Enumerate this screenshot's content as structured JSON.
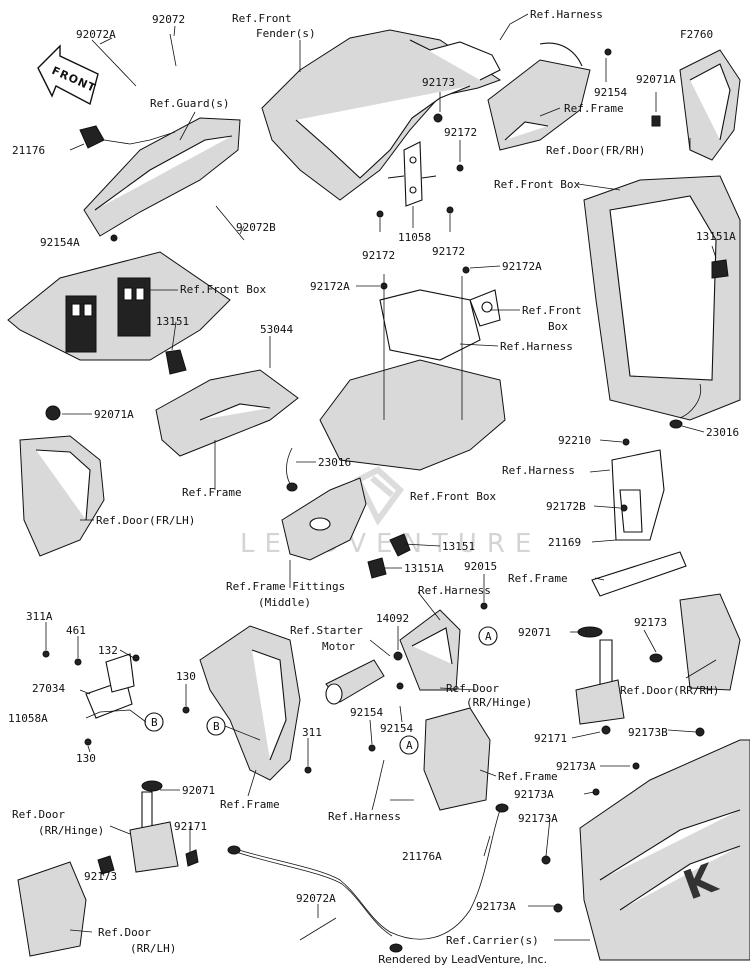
{
  "diagram_id": "F2760",
  "front_label": "FRONT",
  "watermark": "LEADVENTURE",
  "footer": "Rendered by LeadVenture, Inc.",
  "labels": [
    "92072A",
    "92072",
    "Ref.Front",
    "Fender(s)",
    "Ref.Harness",
    "F2760",
    "92154",
    "Ref.Frame",
    "92071A",
    "Ref.Door(FR/RH)",
    "Ref.Guard(s)",
    "21176",
    "92173",
    "92172",
    "92154A",
    "92072B",
    "11058",
    "92172",
    "92172",
    "Ref.Front Box",
    "13151A",
    "92172A",
    "92172A",
    "Ref.Front Box",
    "Ref.Front",
    "Box",
    "Ref.Harness",
    "13151",
    "53044",
    "92071A",
    "23016",
    "23016",
    "Ref.Frame",
    "Ref.Front Box",
    "Ref.Door(FR/LH)",
    "92210",
    "Ref.Harness",
    "92172B",
    "21169",
    "13151",
    "13151A",
    "Ref.Frame",
    "Ref.Frame Fittings",
    "(Middle)",
    "92015",
    "Ref.Harness",
    "Ref.Starter",
    "Motor",
    "14092",
    "A",
    "92071",
    "92173",
    "311A",
    "461",
    "132",
    "27034",
    "11058A",
    "B",
    "130",
    "130",
    "B",
    "311",
    "Ref.Frame",
    "Ref.Door",
    "(RR/Hinge)",
    "Ref.Door(RR/RH)",
    "92154",
    "92154",
    "A",
    "92171",
    "92173B",
    "92173A",
    "Ref.Frame",
    "92173A",
    "92071",
    "Ref.Door",
    "(RR/Hinge)",
    "92171",
    "Ref.Harness",
    "92173A",
    "21176A",
    "92173",
    "92072A",
    "Ref.Door",
    "(RR/LH)",
    "92173A",
    "Ref.Carrier(s)"
  ]
}
